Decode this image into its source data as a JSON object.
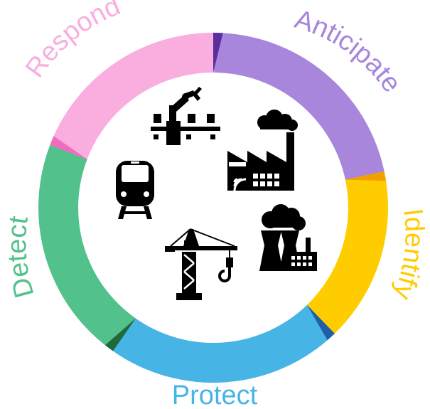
{
  "phases": [
    {
      "label": "Anticipate",
      "color": "#A786DB",
      "accent": "#5B2D9E"
    },
    {
      "label": "Identify",
      "color": "#FFCC00",
      "accent": "#F0A000"
    },
    {
      "label": "Protect",
      "color": "#47B4E6",
      "accent": "#1F5FA8"
    },
    {
      "label": "Detect",
      "color": "#52C18C",
      "accent": "#1E6A3A"
    },
    {
      "label": "Respond",
      "color": "#F9AEDF",
      "accent": "#F06CC0"
    }
  ],
  "icons": [
    "robotic-arm-assembly-line-icon",
    "smart-factory-icon",
    "train-icon",
    "power-plant-icon",
    "tower-crane-icon"
  ]
}
